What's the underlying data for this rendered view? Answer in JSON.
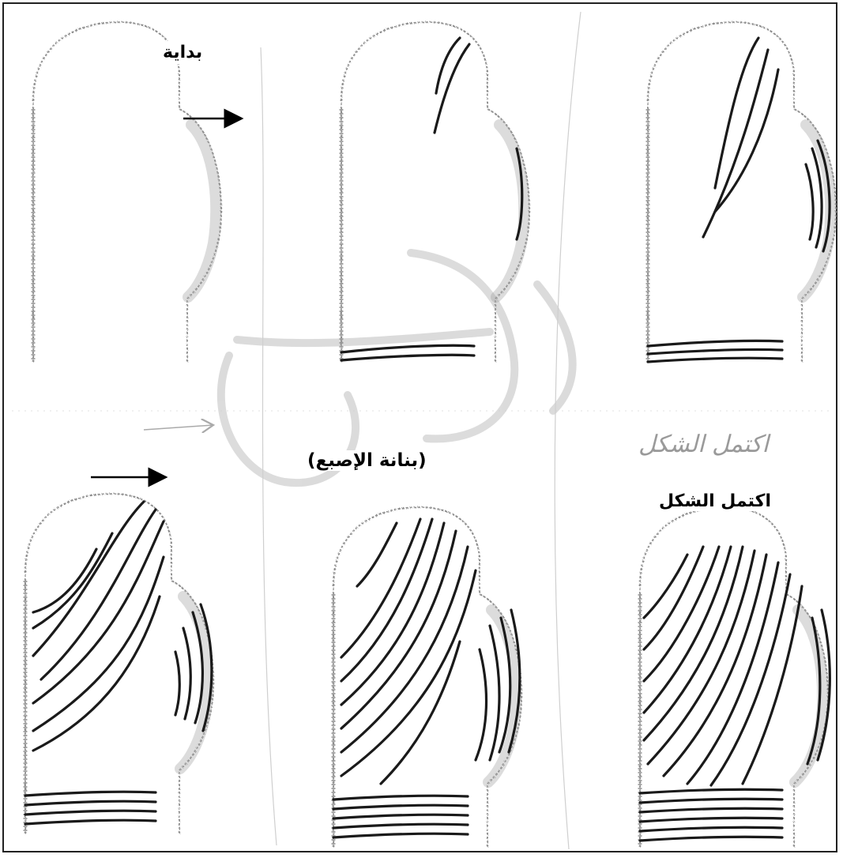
{
  "labels": {
    "start": "بداية",
    "fingertip": "(بنانة الإصبع)",
    "complete": "اكتمل الشكل",
    "complete_handwritten": "اكتمل الشكل"
  },
  "colors": {
    "ink": "#1a1a1a",
    "shade": "#8c8c8c",
    "watermark": "#d8d8d8",
    "pencil": "#9a9a9a"
  },
  "stages": [
    {
      "step": 1,
      "ridge_lines": "none"
    },
    {
      "step": 2,
      "ridge_lines": "few"
    },
    {
      "step": 3,
      "ridge_lines": "more"
    },
    {
      "step": 4,
      "ridge_lines": "many"
    },
    {
      "step": 5,
      "ridge_lines": "dense"
    },
    {
      "step": 6,
      "ridge_lines": "complete"
    }
  ]
}
